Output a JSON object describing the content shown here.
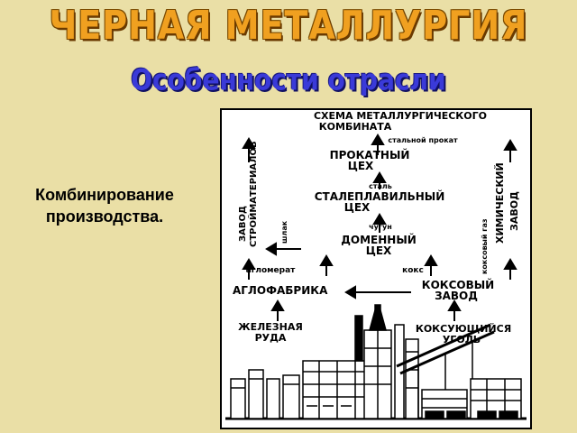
{
  "title": "ЧЕРНАЯ МЕТАЛЛУРГИЯ",
  "subtitle": "Особенности отрасли",
  "caption": {
    "line1": "Комбинирование",
    "line2": "производства."
  },
  "scheme": {
    "title_line1": "СХЕМА МЕТАЛЛУРГИЧЕСКОГО",
    "title_line2": "КОМБИНАТА",
    "steel_product": "стальной прокат",
    "rolling_1": "ПРОКАТНЫЙ",
    "rolling_2": "ЦЕХ",
    "steel": "сталь",
    "steelmaking_1": "СТАЛЕПЛАВИЛЬНЫЙ",
    "steelmaking_2": "ЦЕХ",
    "pig_iron": "чугун",
    "blast_1": "ДОМЕННЫЙ",
    "blast_2": "ЦЕХ",
    "slag": "шлак",
    "agglomerate": "агломерат",
    "coke": "кокс",
    "coke_gas": "коксовый газ",
    "sinter_plant": "АГЛОФАБРИКА",
    "coke_plant_1": "КОКСОВЫЙ",
    "coke_plant_2": "ЗАВОД",
    "iron_ore_1": "ЖЕЛЕЗНАЯ",
    "iron_ore_2": "РУДА",
    "coking_coal_1": "КОКСУЮЩИЙСЯ",
    "coking_coal_2": "УГОЛЬ",
    "building_plant_1": "ЗАВОД",
    "building_plant_2": "СТРОЙМАТЕРИАЛОВ",
    "chemical_plant_1": "ХИМИЧЕСКИЙ",
    "chemical_plant_2": "ЗАВОД"
  }
}
